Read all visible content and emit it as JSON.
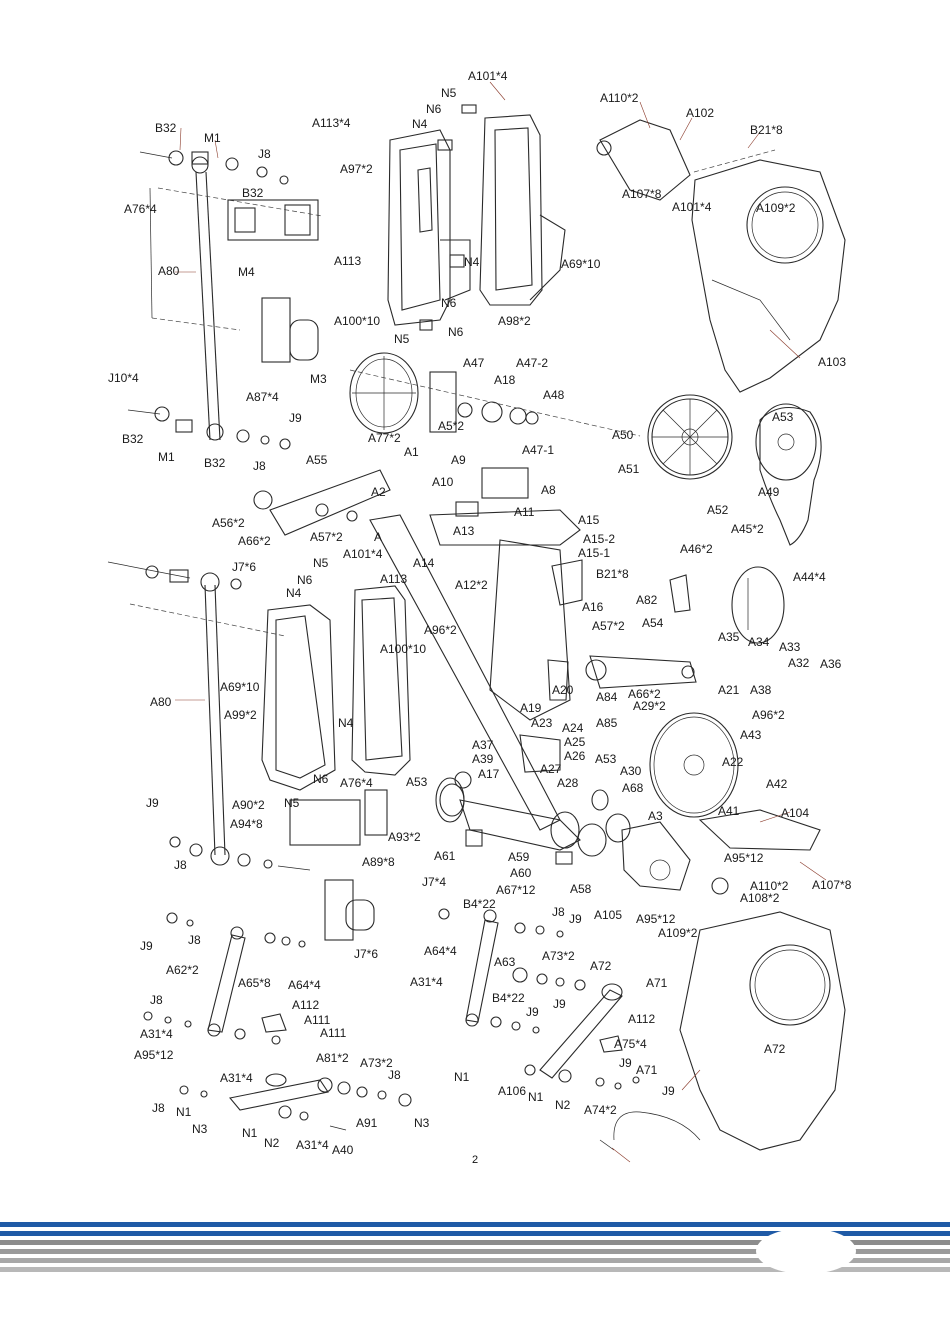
{
  "page_number": "2",
  "colors": {
    "line": "#2a2a2a",
    "leader": "#8a3a2a",
    "band_blue": "#1f5aa6",
    "band_gray": "#9a9a9a"
  },
  "labels": [
    "A101*4",
    "N5",
    "N6",
    "N4",
    "A113*4",
    "A110*2",
    "A102",
    "B21*8",
    "B32",
    "M1",
    "J8",
    "B32",
    "A97*2",
    "A107*8",
    "A101*4",
    "A109*2",
    "A76*4",
    "A80",
    "A113",
    "N4",
    "N6",
    "A69*10",
    "M4",
    "A100*10",
    "N5",
    "N6",
    "A98*2",
    "A103",
    "M3",
    "A87*4",
    "J10*4",
    "J9",
    "B32",
    "M1",
    "B32",
    "J8",
    "A47",
    "A47-2",
    "A18",
    "A48",
    "A77*2",
    "A5*2",
    "A47-1",
    "A50",
    "A53",
    "A51",
    "A49",
    "A55",
    "A1",
    "A9",
    "A2",
    "A10",
    "A8",
    "A56*2",
    "A66*2",
    "A57*2",
    "A",
    "A11",
    "A13",
    "A52",
    "A15",
    "A15-2",
    "A15-1",
    "A45*2",
    "A14",
    "A12*2",
    "B21*8",
    "A46*2",
    "A101*4",
    "A113",
    "N5",
    "N6",
    "J7*6",
    "A16",
    "A82",
    "A44*4",
    "N4",
    "A96*2",
    "A100*10",
    "A57*2",
    "A54",
    "A35",
    "A34",
    "A33",
    "A32",
    "A36",
    "A69*10",
    "A80",
    "A99*2",
    "A84",
    "A66*2",
    "A21",
    "A38",
    "A19",
    "A20",
    "A29*2",
    "A85",
    "A96*2",
    "N4",
    "A23",
    "A24",
    "A43",
    "A37",
    "A25",
    "A39",
    "A26",
    "A53",
    "A17",
    "A27",
    "A30",
    "A22",
    "A42",
    "N6",
    "A76*4",
    "A28",
    "A68",
    "A53",
    "N5",
    "J9",
    "A90*2",
    "A41",
    "A104",
    "A94*8",
    "A93*2",
    "A3",
    "A95*12",
    "A61",
    "A59",
    "A60",
    "A58",
    "J8",
    "A89*8",
    "A110*2",
    "A107*8",
    "A105",
    "A95*12",
    "A108*2",
    "J7*4",
    "A67*12",
    "B4*22",
    "J8",
    "J9",
    "A109*2",
    "A64*4",
    "J9",
    "J8",
    "A62*2",
    "A63",
    "A73*2",
    "A72",
    "A65*8",
    "A64*4",
    "J7*6",
    "A71",
    "A31*4",
    "B4*22",
    "J9",
    "A112",
    "A112",
    "J8",
    "A111",
    "J9",
    "A31*4",
    "A111",
    "A75*4",
    "A95*12",
    "A72",
    "A81*2",
    "A73*2",
    "J8",
    "J9",
    "A71",
    "A31*4",
    "N1",
    "A106",
    "J9",
    "J8",
    "N1",
    "N3",
    "N1",
    "N2",
    "A74*2",
    "A91",
    "N3",
    "N1",
    "N2",
    "A31*4",
    "A40"
  ]
}
